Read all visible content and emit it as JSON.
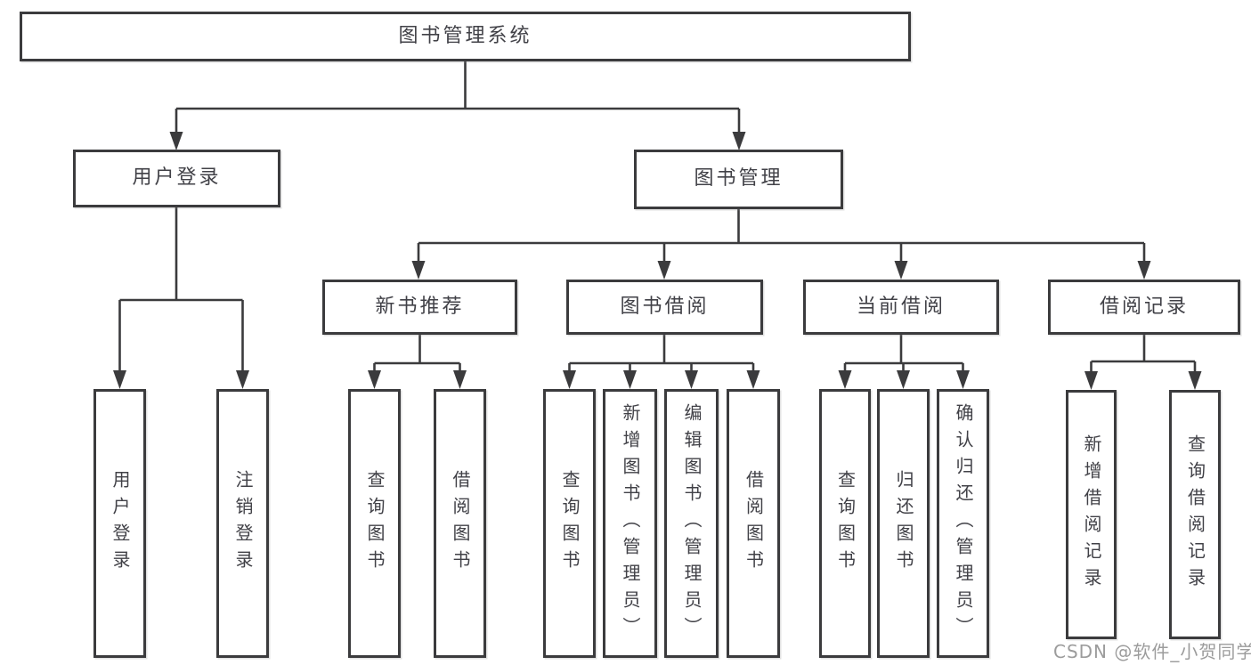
{
  "tree": {
    "label": "图书管理系统",
    "children": [
      {
        "label": "用户登录",
        "children": [
          {
            "label": "用户登录"
          },
          {
            "label": "注销登录"
          }
        ]
      },
      {
        "label": "图书管理",
        "children": [
          {
            "label": "新书推荐",
            "children": [
              {
                "label": "查询图书"
              },
              {
                "label": "借阅图书"
              }
            ]
          },
          {
            "label": "图书借阅",
            "children": [
              {
                "label": "查询图书"
              },
              {
                "label": "新增图书（管理员）"
              },
              {
                "label": "编辑图书（管理员）"
              },
              {
                "label": "借阅图书"
              }
            ]
          },
          {
            "label": "当前借阅",
            "children": [
              {
                "label": "查询图书"
              },
              {
                "label": "归还图书"
              },
              {
                "label": "确认归还（管理员）"
              }
            ]
          },
          {
            "label": "借阅记录",
            "children": [
              {
                "label": "新增借阅记录"
              },
              {
                "label": "查询借阅记录"
              }
            ]
          }
        ]
      }
    ]
  },
  "watermark": {
    "text": "CSDN @软件_小贺同学"
  },
  "colors": {
    "line": "#3b3b3d",
    "box_border": "#3b3b3d",
    "text": "#414147",
    "watermark": "#9c9c9c",
    "background": "#ffffff"
  }
}
